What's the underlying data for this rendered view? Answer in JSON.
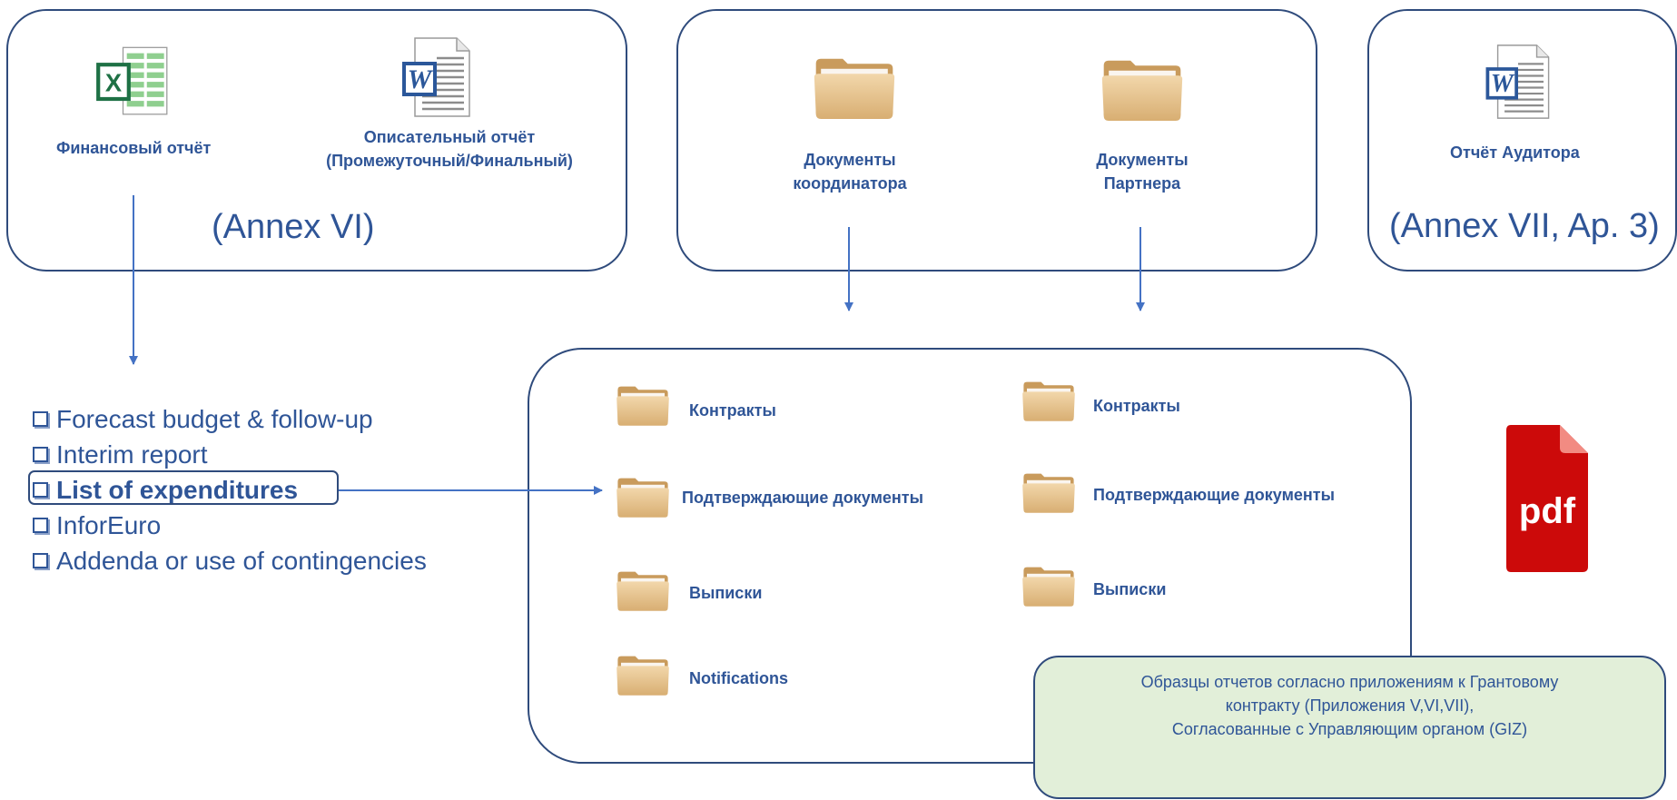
{
  "top_left_panel": {
    "excel_label": "Финансовый отчёт",
    "word_label_line1": "Описательный отчёт",
    "word_label_line2": "(Промежуточный/Финальный)",
    "annex": "(Annex VI)"
  },
  "top_middle_panel": {
    "coordinator_line1": "Документы",
    "coordinator_line2": "координатора",
    "partner_line1": "Документы",
    "partner_line2": "Партнера"
  },
  "top_right_panel": {
    "word_label": "Отчёт Аудитора",
    "annex": "(Annex VII, Ap. 3)"
  },
  "checklist": {
    "items": [
      "Forecast budget & follow-up",
      "Interim report",
      "List of expenditures",
      "InforEuro",
      "Addenda or use of contingencies"
    ]
  },
  "center_panel": {
    "left_folders": [
      "Контракты",
      "Подтверждающие документы",
      "Выписки",
      "Notifications"
    ],
    "right_folders": [
      "Контракты",
      "Подтверждающие документы",
      "Выписки"
    ]
  },
  "pdf_icon": {
    "text": "pdf",
    "color": "#cc0a0a"
  },
  "note": {
    "line1": "Образцы отчетов согласно приложениям к Грантовому",
    "line2": "контракту (Приложения V,VI,VII),",
    "line3": "Согласованные с Управляющим органом (GIZ)"
  },
  "colors": {
    "border": "#2f4b7c",
    "text": "#2f5597",
    "arrow": "#4472c4",
    "note_bg": "#e2efd9",
    "folder": "#e7c48f"
  }
}
